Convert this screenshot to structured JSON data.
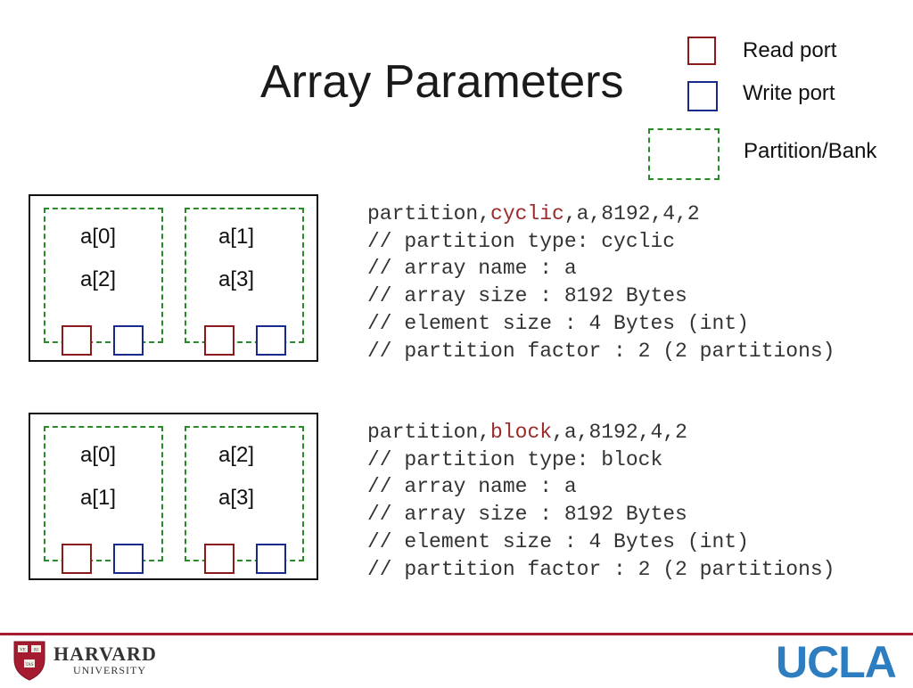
{
  "slide": {
    "title": "Array Parameters"
  },
  "legend": {
    "read_port": "Read port",
    "write_port": "Write port",
    "partition_bank": "Partition/Bank"
  },
  "colors": {
    "read_port": "#8b1a1a",
    "write_port": "#1a2a8b",
    "partition": "#2a8a2a",
    "keyword": "#9b2a2a",
    "footer_rule": "#a51c30",
    "ucla_blue": "#2d7dc0"
  },
  "examples": [
    {
      "partitions": [
        {
          "elements": [
            "a[0]",
            "a[2]"
          ]
        },
        {
          "elements": [
            "a[1]",
            "a[3]"
          ]
        }
      ],
      "code": {
        "directive_prefix": "partition,",
        "directive_type": "cyclic",
        "directive_suffix": ",a,8192,4,2",
        "comments": [
          "// partition type: cyclic",
          "// array name : a",
          "// array size : 8192 Bytes",
          "// element size : 4 Bytes (int)",
          "// partition factor : 2 (2 partitions)"
        ]
      }
    },
    {
      "partitions": [
        {
          "elements": [
            "a[0]",
            "a[1]"
          ]
        },
        {
          "elements": [
            "a[2]",
            "a[3]"
          ]
        }
      ],
      "code": {
        "directive_prefix": "partition,",
        "directive_type": "block",
        "directive_suffix": ",a,8192,4,2",
        "comments": [
          "// partition type: block",
          "// array name : a",
          "// array size : 8192 Bytes",
          "// element size : 4 Bytes (int)",
          "// partition factor : 2 (2 partitions)"
        ]
      }
    }
  ],
  "footer": {
    "harvard_name": "HARVARD",
    "harvard_sub": "UNIVERSITY",
    "harvard_shield_motto": "VE RI TAS",
    "ucla": "UCLA"
  }
}
